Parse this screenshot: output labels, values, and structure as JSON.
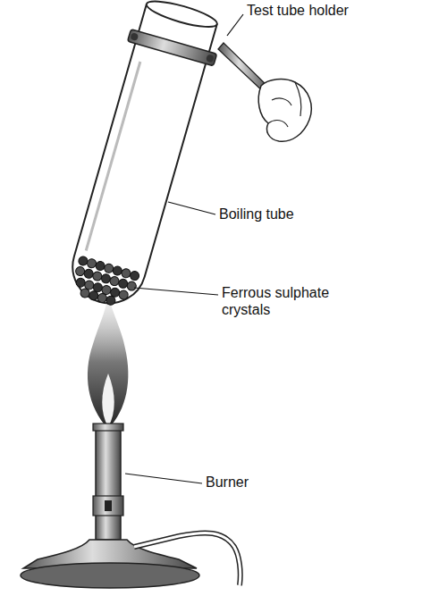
{
  "diagram": {
    "labels": [
      "Test tube holder",
      "Boiling tube",
      "Ferrous sulphate crystals",
      "Burner"
    ]
  }
}
